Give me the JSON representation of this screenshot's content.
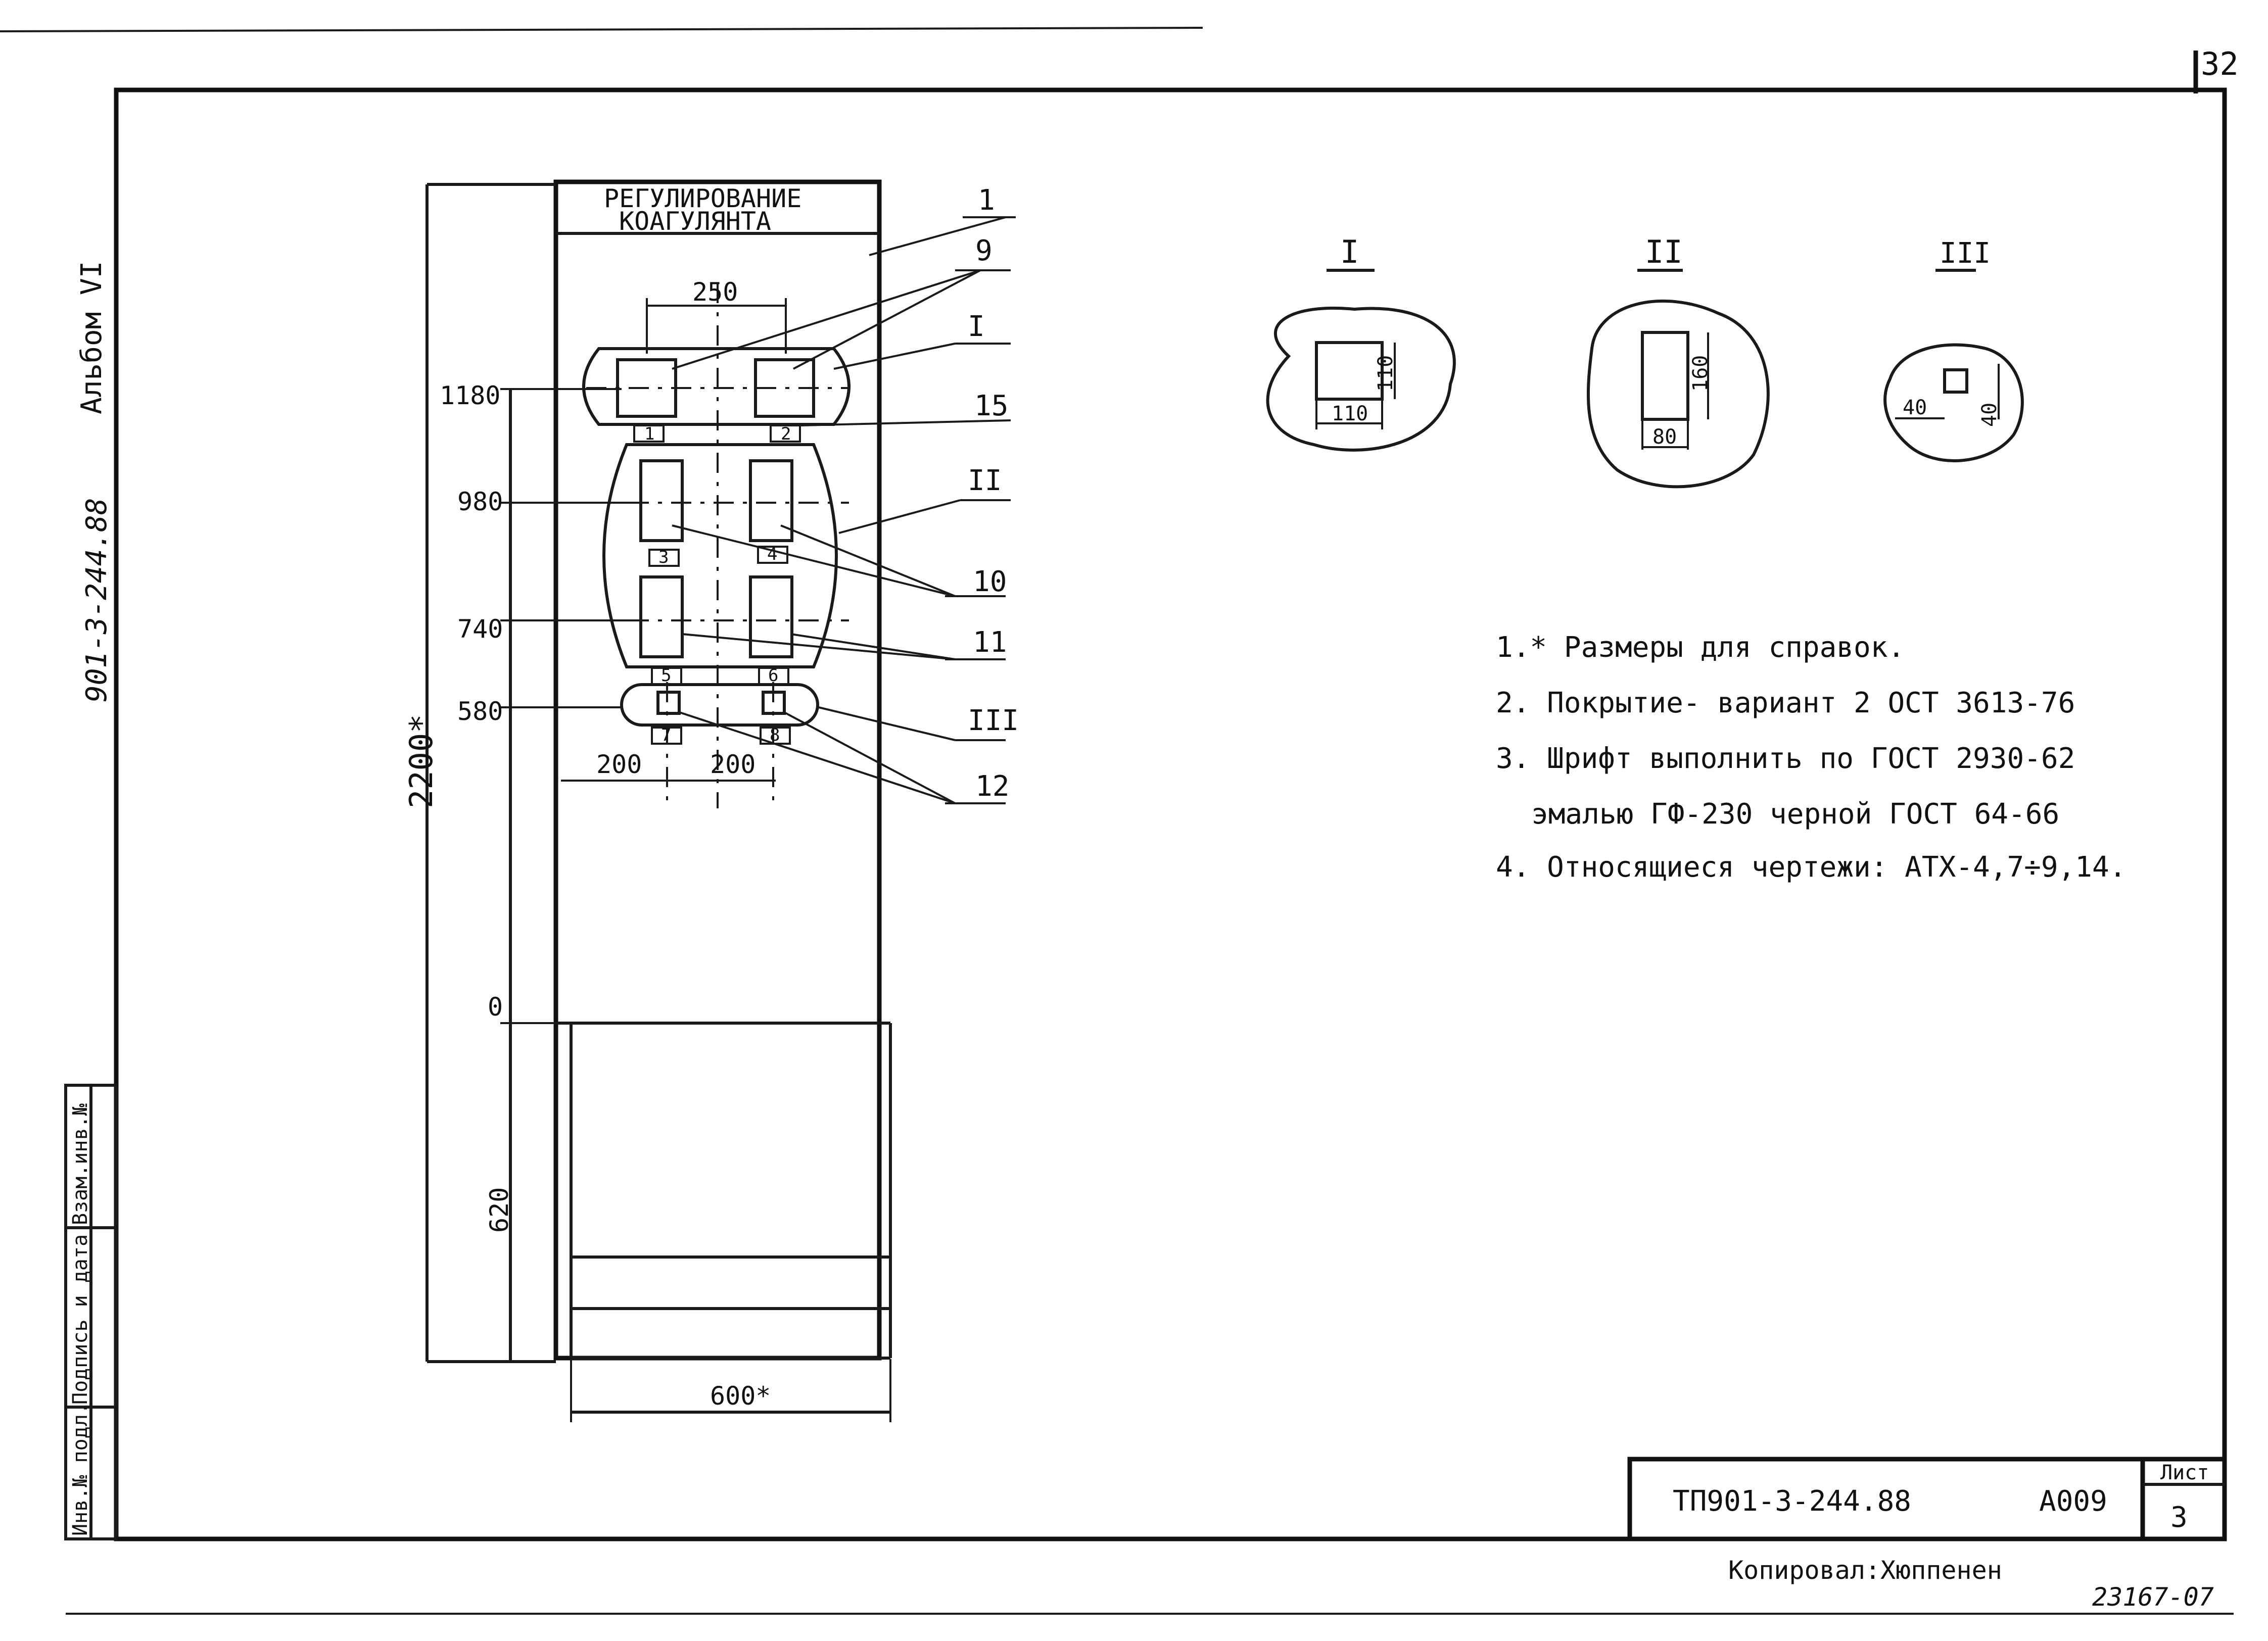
{
  "page_number": "32",
  "album": {
    "label": "Альбом VI",
    "code": "901-3-244.88"
  },
  "side_stamp": {
    "inv_no": "Инв.№ подл.",
    "signature_date": "Подпись и дата",
    "replace_inv": "Взам.инв.№"
  },
  "panel": {
    "title_line1": "РЕГУЛИРОВАНИЕ",
    "title_line2": "КОАГУЛЯНТА",
    "dim_250": "250",
    "dim_200_left": "200",
    "dim_200_right": "200",
    "dim_height": "2200*",
    "dim_width": "600*",
    "dim_620": "620",
    "levels": [
      "1180",
      "980",
      "740",
      "580",
      "0"
    ],
    "slot_numbers": [
      "1",
      "2",
      "3",
      "4",
      "5",
      "6",
      "7",
      "8"
    ]
  },
  "callouts": [
    "1",
    "9",
    "I",
    "15",
    "II",
    "10",
    "11",
    "III",
    "12"
  ],
  "details": [
    {
      "label": "I",
      "width": "110",
      "height": "110"
    },
    {
      "label": "II",
      "width": "80",
      "height": "160"
    },
    {
      "label": "III",
      "width": "40",
      "height": "40"
    }
  ],
  "notes": [
    "1.* Размеры для справок.",
    "2. Покрытие- вариант 2 ОСТ 3613-76",
    "3. Шрифт выполнить по ГОСТ 2930-62",
    "эмалью ГФ-230 черной ГОСТ 64-66",
    "4. Относящиеся чертежи: АТХ-4,7÷9,14."
  ],
  "title_block": {
    "doc_code": "ТП901-3-244.88",
    "sheet_code": "А009",
    "sheet_label": "Лист",
    "sheet_number": "3"
  },
  "copied_by": "Копировал:Хюппенен",
  "order_number": "23167-07"
}
